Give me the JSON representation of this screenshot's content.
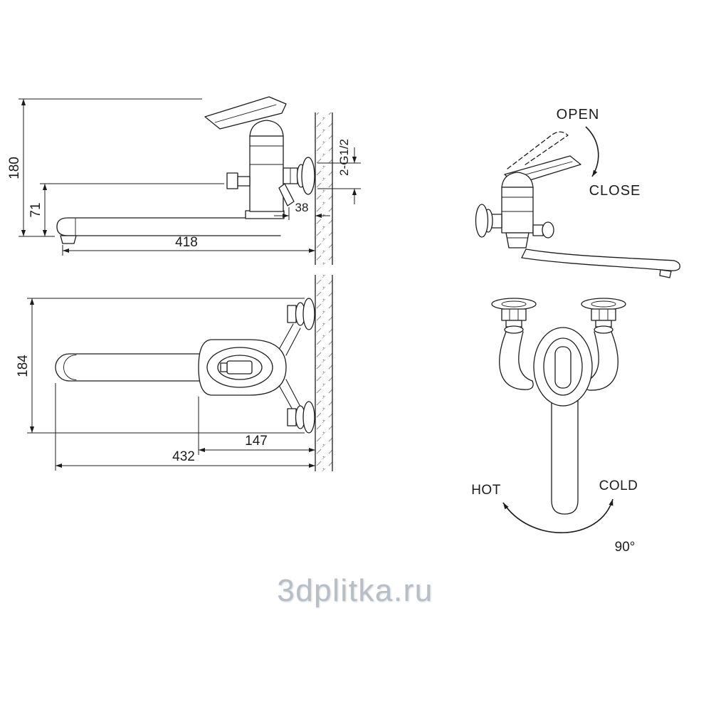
{
  "watermark": "3dplitka.ru",
  "colors": {
    "line": "#1c1c1c",
    "watermark": "#b0b8bf"
  },
  "views": {
    "side": {
      "dim_total_height": "180",
      "dim_spout_height": "71",
      "dim_spout_reach": "418",
      "dim_wall_offset": "38",
      "thread_spec": "2-G1/2"
    },
    "lever": {
      "open": "OPEN",
      "close": "CLOSE"
    },
    "plan": {
      "dim_span": "184",
      "dim_total_reach": "432",
      "dim_body_reach": "147"
    },
    "front": {
      "hot": "HOT",
      "cold": "COLD",
      "swing_angle": "90°"
    }
  }
}
